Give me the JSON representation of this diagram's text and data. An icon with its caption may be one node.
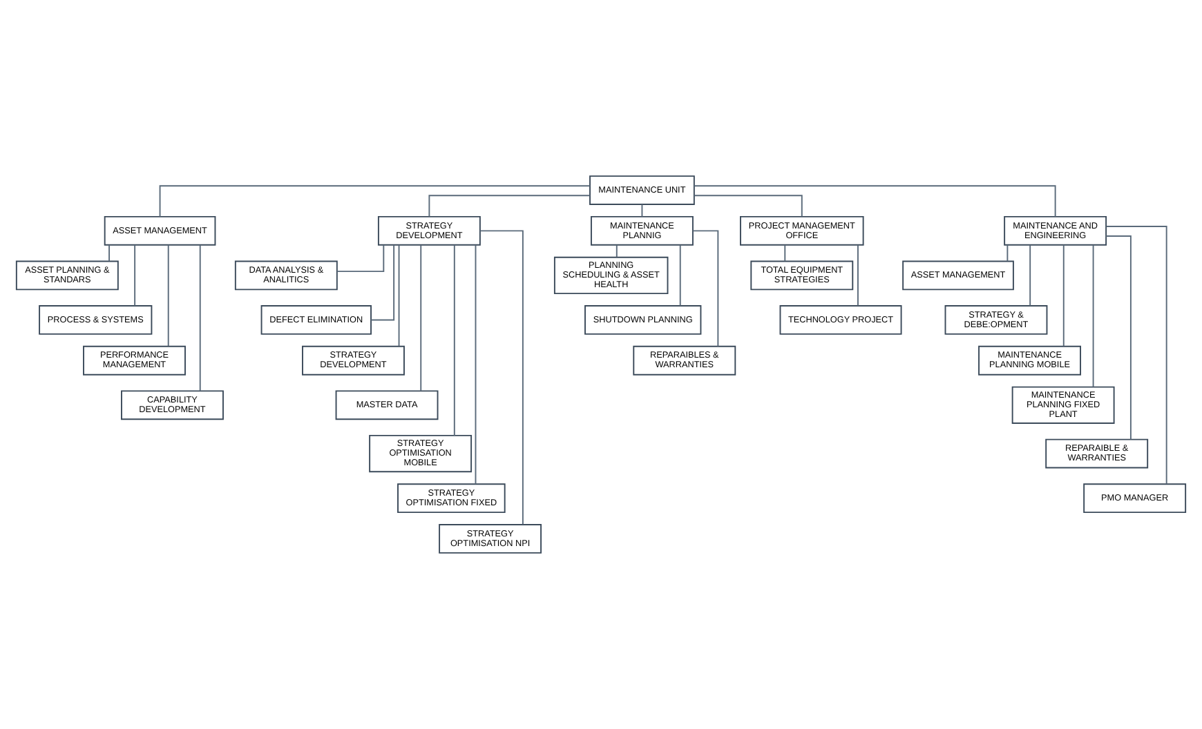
{
  "diagram": {
    "nodes": [
      {
        "text": [
          "MAINTENANCE UNIT"
        ]
      },
      {
        "text": [
          "ASSET MANAGEMENT"
        ]
      },
      {
        "text": [
          "ASSET PLANNING & STANDARS"
        ]
      },
      {
        "text": [
          "PROCESS & SYSTEMS"
        ]
      },
      {
        "text": [
          "PERFORMANCE MANAGEMENT"
        ]
      },
      {
        "text": [
          "CAPABILITY DEVELOPMENT"
        ]
      },
      {
        "text": [
          "STRATEGY DEVELOPMENT"
        ]
      },
      {
        "text": [
          "DATA ANALYSIS & ANALITICS"
        ]
      },
      {
        "text": [
          "DEFECT ELIMINATION"
        ]
      },
      {
        "text": [
          "STRATEGY DEVELOPMENT"
        ]
      },
      {
        "text": [
          "MASTER DATA"
        ]
      },
      {
        "text": [
          "STRATEGY OPTIMISATION MOBILE"
        ]
      },
      {
        "text": [
          "STRATEGY OPTIMISATION FIXED"
        ]
      },
      {
        "text": [
          "STRATEGY OPTIMISATION NPI"
        ]
      },
      {
        "text": [
          "MAINTENANCE PLANNIG"
        ]
      },
      {
        "text": [
          "PLANNING SCHEDULING & ASSET HEALTH"
        ]
      },
      {
        "text": [
          "SHUTDOWN PLANNING"
        ]
      },
      {
        "text": [
          "REPARAIBLES & WARRANTIES"
        ]
      },
      {
        "text": [
          "PROJECT MANAGEMENT OFFICE"
        ]
      },
      {
        "text": [
          "TOTAL EQUIPMENT STRATEGIES"
        ]
      },
      {
        "text": [
          "TECHNOLOGY PROJECT"
        ]
      },
      {
        "text": [
          "MAINTENANCE AND ENGINEERING"
        ]
      },
      {
        "text": [
          "ASSET MANAGEMENT"
        ]
      },
      {
        "text": [
          "STRATEGY & DEBE:OPMENT"
        ]
      },
      {
        "text": [
          "MAINTENANCE PLANNING MOBILE"
        ]
      },
      {
        "text": [
          "MAINTENANCE PLANNING FIXED PLANT"
        ]
      },
      {
        "text": [
          "REPARAIBLE & WARRANTIES"
        ]
      },
      {
        "text": [
          "PMO MANAGER"
        ]
      }
    ],
    "edges": [
      {
        "from": 0,
        "to": 1,
        "arrow": "none"
      },
      {
        "from": 0,
        "to": 6,
        "arrow": "none"
      },
      {
        "from": 0,
        "to": 14,
        "arrow": "none"
      },
      {
        "from": 0,
        "to": 18,
        "arrow": "none"
      },
      {
        "from": 0,
        "to": 21,
        "arrow": "none"
      },
      {
        "from": 1,
        "to": 2,
        "arrow": "none"
      },
      {
        "from": 1,
        "to": 3,
        "arrow": "none"
      },
      {
        "from": 1,
        "to": 4,
        "arrow": "none"
      },
      {
        "from": 1,
        "to": 5,
        "arrow": "none"
      },
      {
        "from": 6,
        "to": 7,
        "arrow": "none"
      },
      {
        "from": 6,
        "to": 8,
        "arrow": "none"
      },
      {
        "from": 6,
        "to": 9,
        "arrow": "none"
      },
      {
        "from": 6,
        "to": 10,
        "arrow": "none"
      },
      {
        "from": 6,
        "to": 11,
        "arrow": "none"
      },
      {
        "from": 6,
        "to": 12,
        "arrow": "none"
      },
      {
        "from": 6,
        "to": 13,
        "arrow": "none"
      },
      {
        "from": 14,
        "to": 15,
        "arrow": "none"
      },
      {
        "from": 14,
        "to": 16,
        "arrow": "none"
      },
      {
        "from": 14,
        "to": 17,
        "arrow": "none"
      },
      {
        "from": 18,
        "to": 19,
        "arrow": "none"
      },
      {
        "from": 18,
        "to": 20,
        "arrow": "none"
      },
      {
        "from": 21,
        "to": 22,
        "arrow": "none"
      },
      {
        "from": 21,
        "to": 23,
        "arrow": "none"
      },
      {
        "from": 21,
        "to": 24,
        "arrow": "none"
      },
      {
        "from": 21,
        "to": 25,
        "arrow": "none"
      },
      {
        "from": 21,
        "to": 26,
        "arrow": "none"
      },
      {
        "from": 21,
        "to": 27,
        "arrow": "none"
      }
    ]
  }
}
